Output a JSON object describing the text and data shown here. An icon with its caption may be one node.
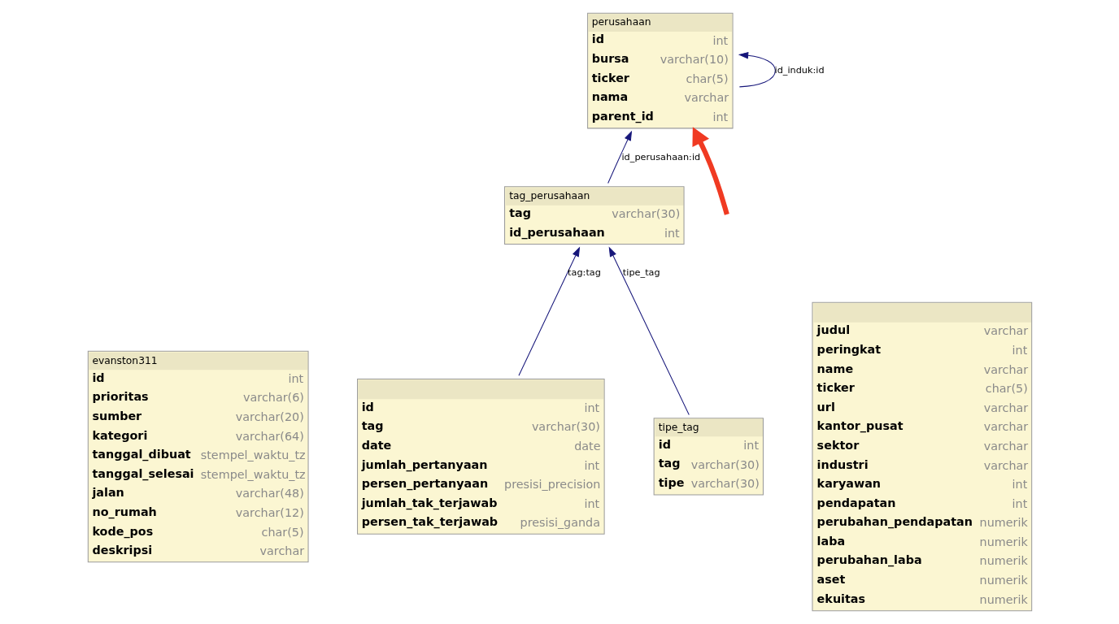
{
  "diagram": {
    "nodes": [
      {
        "text": [
          "evanston311",
          "id",
          "int",
          "prioritas",
          "varchar(6)",
          "sumber",
          "varchar(20)",
          "kategori",
          "varchar(64)",
          "tanggal_dibuat",
          "stempel_waktu_tz",
          "tanggal_selesai",
          "stempel_waktu_tz",
          "jalan",
          "varchar(48)",
          "no_rumah",
          "varchar(12)",
          "kode_pos",
          "char(5)",
          "deskripsi",
          "varchar"
        ]
      },
      {
        "text": [
          "perusahaan",
          "id",
          "int",
          "bursa",
          "varchar(10)",
          "ticker",
          "char(5)",
          "nama",
          "varchar",
          "parent_id",
          "int"
        ]
      },
      {
        "text": [
          "judul",
          "varchar",
          "peringkat",
          "int",
          "name",
          "varchar",
          "ticker",
          "char(5)",
          "url",
          "varchar",
          "kantor_pusat",
          "varchar",
          "sektor",
          "varchar",
          "industri",
          "varchar",
          "karyawan",
          "int",
          "pendapatan",
          "int",
          "perubahan_pendapatan",
          "numerik",
          "laba",
          "numerik",
          "perubahan_laba",
          "numerik",
          "aset",
          "numerik",
          "ekuitas",
          "numerik"
        ]
      },
      {
        "text": [
          "tag_perusahaan",
          "tag",
          "varchar(30)",
          "id_perusahaan",
          "int"
        ]
      },
      {
        "text": [
          "id",
          "int",
          "tag",
          "varchar(30)",
          "date",
          "date",
          "jumlah_pertanyaan",
          "int",
          "persen_pertanyaan",
          "presisi_precision",
          "jumlah_tak_terjawab",
          "int",
          "persen_tak_terjawab",
          "presisi_ganda"
        ]
      },
      {
        "text": [
          "tipe_tag",
          "id",
          "int",
          "tag",
          "varchar(30)",
          "tipe",
          "varchar(30)"
        ]
      }
    ],
    "edges": [
      {
        "from": 1,
        "to": 1,
        "arrow": "to",
        "label": "id_induk:id"
      },
      {
        "from": 3,
        "to": 1,
        "arrow": "to",
        "label": "id_perusahaan:id"
      },
      {
        "from": 4,
        "to": 3,
        "arrow": "to",
        "label": "tag:tag"
      },
      {
        "from": 5,
        "to": 3,
        "arrow": "to",
        "label": "tipe_tag"
      },
      {
        "from": null,
        "to": 1,
        "arrow": "to",
        "style": "thick",
        "color": "#f03a22"
      }
    ]
  }
}
